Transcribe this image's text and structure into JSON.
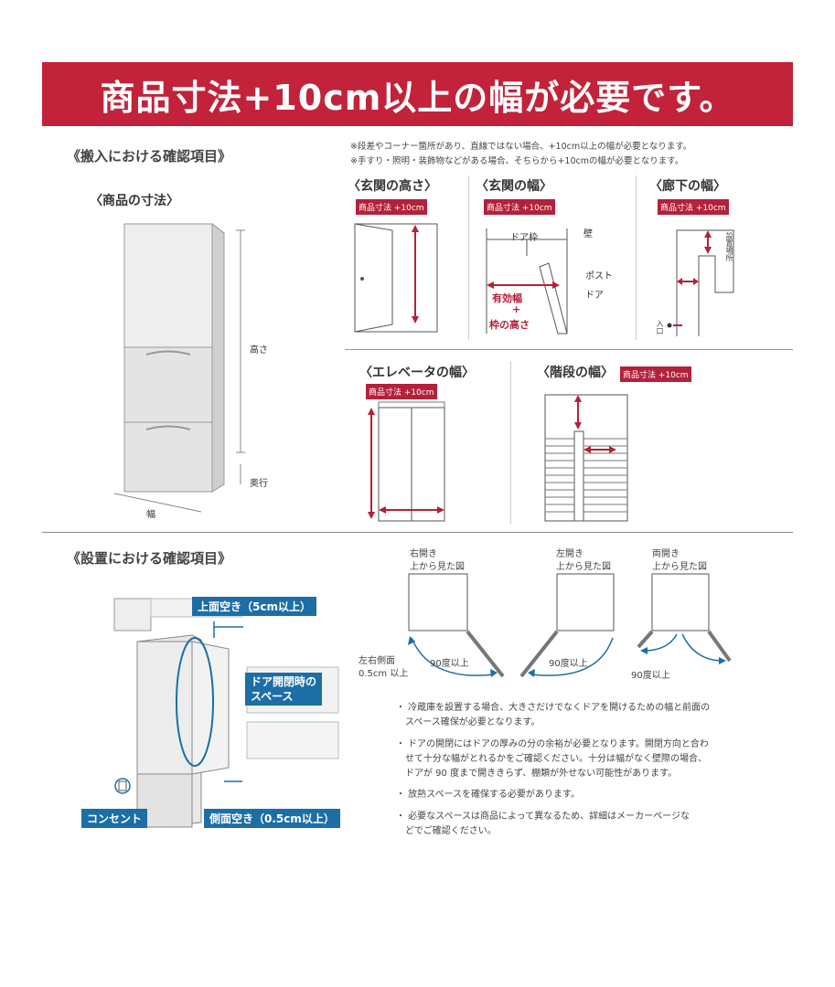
{
  "banner": {
    "title": "商品寸法+10cm以上の幅が必要です。"
  },
  "carry_in": {
    "heading": "《搬入における確認項目》",
    "notes": [
      "※段差やコーナー箇所があり、直線ではない場合、+10cm以上の幅が必要となります。",
      "※手すり・照明・装飾物などがある場合、そちらから+10cmの幅が必要となります。"
    ],
    "product_dims": {
      "title": "〈商品の寸法〉",
      "height_label": "高さ",
      "depth_label": "奥行",
      "width_label": "幅"
    },
    "tag_text": "商品寸法 +10cm",
    "entrance_height": {
      "title": "〈玄関の高さ〉"
    },
    "entrance_width": {
      "title": "〈玄関の幅〉",
      "door_frame": "ドア枠",
      "wall": "壁",
      "post": "ポスト",
      "door": "ドア",
      "effective_width": "有効幅",
      "plus": "+",
      "frame_height": "枠の高さ"
    },
    "hallway": {
      "title": "〈廊下の幅〉",
      "install_place": "設置場所",
      "entrance": "入口"
    },
    "elevator": {
      "title": "〈エレベータの幅〉"
    },
    "stairs": {
      "title": "〈階段の幅〉"
    }
  },
  "installation": {
    "heading": "《設置における確認項目》",
    "top_space": "上面空き（5cm以上）",
    "door_space_1": "ドア開閉時の",
    "door_space_2": "スペース",
    "outlet": "コンセント",
    "side_space": "側面空き（0.5cm以上）",
    "right_open": {
      "line1": "右開き",
      "line2": "上から見た図"
    },
    "left_open": {
      "line1": "左開き",
      "line2": "上から見た図"
    },
    "double_open": {
      "line1": "両開き",
      "line2": "上から見た図"
    },
    "side_gap_1": "左右側面",
    "side_gap_2": "0.5cm 以上",
    "angle": "90度以上",
    "bullets": [
      {
        "l1": "・ 冷蔵庫を設置する場合、大きさだけでなくドアを開けるための幅と前面の",
        "l2": "　スペース確保が必要となります。",
        "l3": ""
      },
      {
        "l1": "・ ドアの開閉にはドアの厚みの分の余裕が必要となります。開閉方向と合わ",
        "l2": "　せて十分な幅がとれるかをご確認ください。十分は幅がなく壁際の場合、",
        "l3": "　ドアが 90 度まで開ききらず、棚類が外せない可能性があります。"
      },
      {
        "l1": "・ 放熱スペースを確保する必要があります。",
        "l2": "",
        "l3": ""
      },
      {
        "l1": "・ 必要なスペースは商品によって異なるため、詳細はメーカーページな",
        "l2": "　どでご確認ください。",
        "l3": ""
      }
    ]
  },
  "colors": {
    "accent_red": "#c2233a",
    "dim_red": "#b3213a",
    "blue": "#1d6ea6"
  }
}
